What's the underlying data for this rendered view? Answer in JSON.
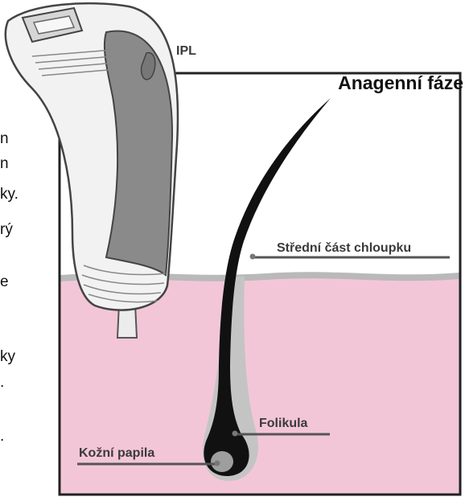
{
  "title": "Anagenní fáze",
  "device_label": "IPL",
  "labels": {
    "shaft": "Střední část chloupku",
    "follicle": "Folikula",
    "papilla": "Kožní papila"
  },
  "cut_off_text": [
    "n",
    "n",
    "ky.",
    "rý",
    "e",
    "ky",
    ".",
    "."
  ],
  "colors": {
    "skin": "#f3c6d7",
    "hair": "#111111",
    "device_body": "#f2f2f2",
    "device_grip": "#8a8a8a",
    "label_line": "#555555"
  }
}
